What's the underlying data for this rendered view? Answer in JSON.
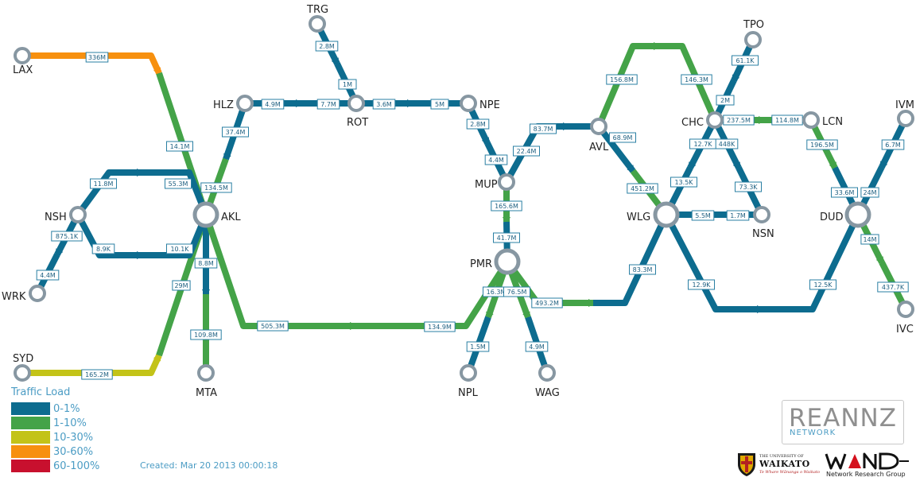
{
  "colors": {
    "load_0_1": "#0d6c8f",
    "load_1_10": "#44a348",
    "load_10_30": "#c3c318",
    "load_30_60": "#f7900f",
    "load_60_100": "#c8102e",
    "node_ring": "#8797a2",
    "label_box_stroke": "#2a7fa3"
  },
  "nodes": [
    {
      "id": "LAX",
      "label": "LAX",
      "size": "small"
    },
    {
      "id": "TRG",
      "label": "TRG",
      "size": "small"
    },
    {
      "id": "HLZ",
      "label": "HLZ",
      "size": "small"
    },
    {
      "id": "ROT",
      "label": "ROT",
      "size": "small"
    },
    {
      "id": "NPE",
      "label": "NPE",
      "size": "small"
    },
    {
      "id": "NSH",
      "label": "NSH",
      "size": "small"
    },
    {
      "id": "AKL",
      "label": "AKL",
      "size": "large"
    },
    {
      "id": "WRK",
      "label": "WRK",
      "size": "small"
    },
    {
      "id": "SYD",
      "label": "SYD",
      "size": "small"
    },
    {
      "id": "MTA",
      "label": "MTA",
      "size": "small"
    },
    {
      "id": "MUP",
      "label": "MUP",
      "size": "small"
    },
    {
      "id": "PMR",
      "label": "PMR",
      "size": "large"
    },
    {
      "id": "NPL",
      "label": "NPL",
      "size": "small"
    },
    {
      "id": "WAG",
      "label": "WAG",
      "size": "small"
    },
    {
      "id": "AVL",
      "label": "AVL",
      "size": "small"
    },
    {
      "id": "WLG",
      "label": "WLG",
      "size": "large"
    },
    {
      "id": "TPO",
      "label": "TPO",
      "size": "small"
    },
    {
      "id": "CHC",
      "label": "CHC",
      "size": "small"
    },
    {
      "id": "LCN",
      "label": "LCN",
      "size": "small"
    },
    {
      "id": "NSN",
      "label": "NSN",
      "size": "small"
    },
    {
      "id": "DUD",
      "label": "DUD",
      "size": "large"
    },
    {
      "id": "IVM",
      "label": "IVM",
      "size": "small"
    },
    {
      "id": "IVC",
      "label": "IVC",
      "size": "small"
    }
  ],
  "links": [
    {
      "id": "lax-akl",
      "from": "LAX",
      "to": "AKL",
      "segments": [
        {
          "label": "336M",
          "load": "load_30_60"
        },
        {
          "label": "14.1M",
          "load": "load_1_10"
        }
      ]
    },
    {
      "id": "syd-akl",
      "from": "SYD",
      "to": "AKL",
      "segments": [
        {
          "label": "165.2M",
          "load": "load_10_30"
        },
        {
          "label": "29M",
          "load": "load_1_10"
        }
      ]
    },
    {
      "id": "trg-rot",
      "from": "TRG",
      "to": "ROT",
      "segments": [
        {
          "label": "2.8M",
          "load": "load_0_1"
        },
        {
          "label": "1M",
          "load": "load_0_1"
        }
      ]
    },
    {
      "id": "hlz-rot",
      "from": "HLZ",
      "to": "ROT",
      "segments": [
        {
          "label": "4.9M",
          "load": "load_0_1"
        },
        {
          "label": "7.7M",
          "load": "load_0_1"
        }
      ]
    },
    {
      "id": "rot-npe",
      "from": "ROT",
      "to": "NPE",
      "segments": [
        {
          "label": "3.6M",
          "load": "load_0_1"
        },
        {
          "label": "5M",
          "load": "load_0_1"
        }
      ]
    },
    {
      "id": "hlz-akl",
      "from": "HLZ",
      "to": "AKL",
      "segments": [
        {
          "label": "37.4M",
          "load": "load_0_1"
        },
        {
          "label": "134.5M",
          "load": "load_1_10"
        }
      ]
    },
    {
      "id": "npe-mup",
      "from": "NPE",
      "to": "MUP",
      "segments": [
        {
          "label": "2.8M",
          "load": "load_0_1"
        },
        {
          "label": "4.4M",
          "load": "load_0_1"
        }
      ]
    },
    {
      "id": "nsh-akl-top",
      "from": "NSH",
      "to": "AKL",
      "segments": [
        {
          "label": "11.8M",
          "load": "load_0_1"
        },
        {
          "label": "55.3M",
          "load": "load_0_1"
        }
      ]
    },
    {
      "id": "nsh-akl-bottom",
      "from": "NSH",
      "to": "AKL",
      "segments": [
        {
          "label": "8.9K",
          "load": "load_0_1"
        },
        {
          "label": "10.1K",
          "load": "load_0_1"
        }
      ]
    },
    {
      "id": "nsh-wrk",
      "from": "NSH",
      "to": "WRK",
      "segments": [
        {
          "label": "875.1K",
          "load": "load_0_1"
        },
        {
          "label": "4.4M",
          "load": "load_0_1"
        }
      ]
    },
    {
      "id": "akl-mta",
      "from": "AKL",
      "to": "MTA",
      "segments": [
        {
          "label": "8.8M",
          "load": "load_0_1"
        },
        {
          "label": "109.8M",
          "load": "load_1_10"
        }
      ]
    },
    {
      "id": "akl-pmr",
      "from": "AKL",
      "to": "PMR",
      "segments": [
        {
          "label": "505.3M",
          "load": "load_1_10"
        },
        {
          "label": "134.9M",
          "load": "load_1_10"
        }
      ]
    },
    {
      "id": "mup-avl",
      "from": "MUP",
      "to": "AVL",
      "segments": [
        {
          "label": "22.4M",
          "load": "load_0_1"
        },
        {
          "label": "83.7M",
          "load": "load_0_1"
        }
      ]
    },
    {
      "id": "mup-pmr",
      "from": "MUP",
      "to": "PMR",
      "segments": [
        {
          "label": "165.6M",
          "load": "load_1_10"
        },
        {
          "label": "41.7M",
          "load": "load_0_1"
        }
      ]
    },
    {
      "id": "pmr-npl",
      "from": "PMR",
      "to": "NPL",
      "segments": [
        {
          "label": "16.3M",
          "load": "load_1_10"
        },
        {
          "label": "1.5M",
          "load": "load_0_1"
        }
      ]
    },
    {
      "id": "pmr-wag",
      "from": "PMR",
      "to": "WAG",
      "segments": [
        {
          "label": "76.5M",
          "load": "load_1_10"
        },
        {
          "label": "4.9M",
          "load": "load_0_1"
        }
      ]
    },
    {
      "id": "pmr-wlg",
      "from": "PMR",
      "to": "WLG",
      "segments": [
        {
          "label": "493.2M",
          "load": "load_1_10"
        },
        {
          "label": "83.3M",
          "load": "load_0_1"
        }
      ]
    },
    {
      "id": "avl-chc",
      "from": "AVL",
      "to": "CHC",
      "segments": [
        {
          "label": "156.8M",
          "load": "load_1_10"
        },
        {
          "label": "146.3M",
          "load": "load_1_10"
        }
      ]
    },
    {
      "id": "avl-wlg",
      "from": "AVL",
      "to": "WLG",
      "segments": [
        {
          "label": "68.9M",
          "load": "load_0_1"
        },
        {
          "label": "451.2M",
          "load": "load_1_10"
        }
      ]
    },
    {
      "id": "tpo-chc",
      "from": "TPO",
      "to": "CHC",
      "segments": [
        {
          "label": "61.1K",
          "load": "load_0_1"
        },
        {
          "label": "2M",
          "load": "load_0_1"
        }
      ]
    },
    {
      "id": "chc-lcn",
      "from": "CHC",
      "to": "LCN",
      "segments": [
        {
          "label": "237.5M",
          "load": "load_1_10"
        },
        {
          "label": "114.8M",
          "load": "load_1_10"
        }
      ]
    },
    {
      "id": "chc-wlg",
      "from": "CHC",
      "to": "WLG",
      "segments": [
        {
          "label": "12.7K",
          "load": "load_0_1"
        },
        {
          "label": "13.5K",
          "load": "load_0_1"
        }
      ]
    },
    {
      "id": "chc-nsn",
      "from": "CHC",
      "to": "NSN",
      "segments": [
        {
          "label": "448K",
          "load": "load_0_1"
        },
        {
          "label": "73.3K",
          "load": "load_0_1"
        }
      ]
    },
    {
      "id": "wlg-nsn",
      "from": "WLG",
      "to": "NSN",
      "segments": [
        {
          "label": "5.5M",
          "load": "load_0_1"
        },
        {
          "label": "1.7M",
          "load": "load_0_1"
        }
      ]
    },
    {
      "id": "wlg-dud",
      "from": "WLG",
      "to": "DUD",
      "segments": [
        {
          "label": "12.9K",
          "load": "load_0_1"
        },
        {
          "label": "12.5K",
          "load": "load_0_1"
        }
      ]
    },
    {
      "id": "lcn-dud",
      "from": "LCN",
      "to": "DUD",
      "segments": [
        {
          "label": "196.5M",
          "load": "load_1_10"
        },
        {
          "label": "33.6M",
          "load": "load_0_1"
        }
      ]
    },
    {
      "id": "ivm-dud",
      "from": "IVM",
      "to": "DUD",
      "segments": [
        {
          "label": "6.7M",
          "load": "load_0_1"
        },
        {
          "label": "24M",
          "load": "load_0_1"
        }
      ]
    },
    {
      "id": "dud-ivc",
      "from": "DUD",
      "to": "IVC",
      "segments": [
        {
          "label": "14M",
          "load": "load_1_10"
        },
        {
          "label": "437.7K",
          "load": "load_1_10"
        }
      ]
    }
  ],
  "legend": {
    "title": "Traffic Load",
    "items": [
      {
        "label": "0-1%",
        "color": "#0d6c8f"
      },
      {
        "label": "1-10%",
        "color": "#44a348"
      },
      {
        "label": "10-30%",
        "color": "#c3c318"
      },
      {
        "label": "30-60%",
        "color": "#f7900f"
      },
      {
        "label": "60-100%",
        "color": "#c8102e"
      }
    ]
  },
  "created": "Created: Mar 20 2013 00:00:18",
  "logos": {
    "reannz": {
      "wordmark": "REANNZ",
      "sub": "NETWORK"
    },
    "waikato": {
      "line1": "THE UNIVERSITY OF",
      "line2": "WAIKATO",
      "line3": "Te Whare Wānanga o Waikato"
    },
    "wand": {
      "wordmark": "WAND",
      "sub": "Network Research Group"
    }
  }
}
